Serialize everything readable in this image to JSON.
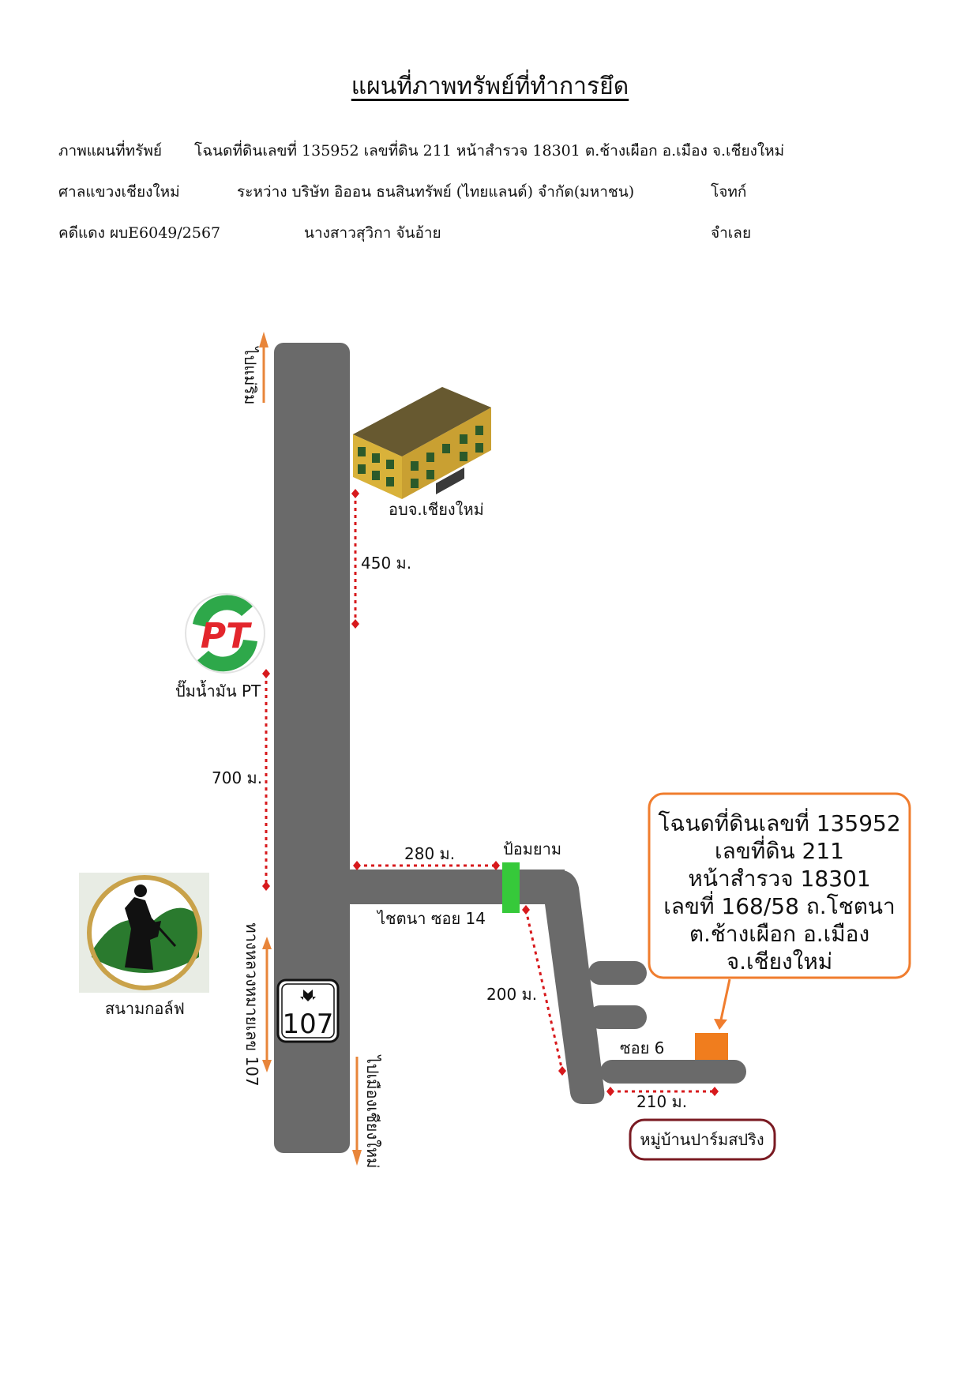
{
  "title": "แผนที่ภาพทรัพย์ที่ทำการยึด",
  "header": {
    "line1_label": "ภาพแผนที่ทรัพย์",
    "line1_text": "โฉนดที่ดินเลขที่ 135952   เลขที่ดิน 211 หน้าสำรวจ 18301 ต.ช้างเผือก อ.เมือง จ.เชียงใหม่",
    "court": "ศาลแขวงเชียงใหม่",
    "between": "ระหว่าง  บริษัท อิออน ธนสินทรัพย์ (ไทยแลนด์) จำกัด(มหาชน)",
    "plaintiff": "โจทก์",
    "case_no": "คดีแดง ผบE6049/2567",
    "defendant_name": "นางสาวสุวิกา จันอ้าย",
    "defendant": "จำเลย"
  },
  "map": {
    "to_maerim": "ไปแม่ริม",
    "to_city": "ไปเมืองเชียงใหม่",
    "highway": "ทางหลวงหมายเลข 107",
    "shield_number": "107",
    "obj": "อบจ.เชียงใหม่",
    "dist_450": "450 ม.",
    "pt_logo": "PT",
    "pt_station": "ปั๊มน้ำมัน PT",
    "dist_700": "700 ม.",
    "golf": "สนามกอล์ฟ",
    "dist_280": "280 ม.",
    "police_box": "ป้อมยาม",
    "soi14": "ไชตนา ซอย 14",
    "dist_200": "200 ม.",
    "soi6": "ซอย 6",
    "dist_210": "210 ม.",
    "village": "หมู่บ้านปาร์มสปริง",
    "callout": [
      "โฉนดที่ดินเลขที่ 135952",
      "เลขที่ดิน 211",
      "หน้าสำรวจ 18301",
      "เลขที่ 168/58 ถ.โชตนา",
      "ต.ช้างเผือก อ.เมือง",
      "จ.เชียงใหม่"
    ]
  },
  "colors": {
    "road": "#6a6a6a",
    "dotted": "#d7191c",
    "callout_border": "#f07d2e",
    "property": "#f07d1e",
    "police_box": "#36c93a",
    "arrow": "#e8853a"
  }
}
